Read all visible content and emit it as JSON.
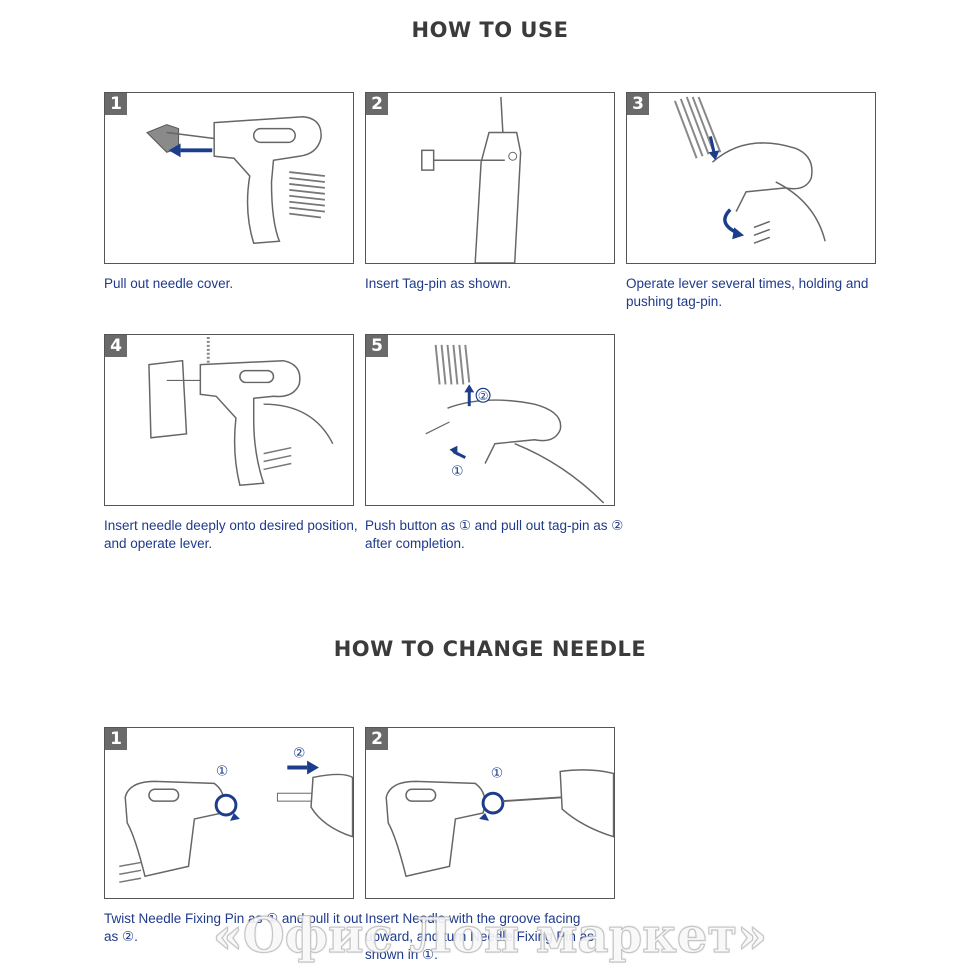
{
  "colors": {
    "caption": "#1f3a8a",
    "arrow": "#1c3d8c",
    "badge": "#6a6a6a",
    "title": "#3b3b3b"
  },
  "how_to_use": {
    "title": "HOW TO USE",
    "steps": [
      {
        "number": "1",
        "caption": "Pull out needle cover."
      },
      {
        "number": "2",
        "caption": "Insert Tag-pin as shown."
      },
      {
        "number": "3",
        "caption": "Operate lever several times, holding and pushing tag-pin."
      },
      {
        "number": "4",
        "caption": "Insert needle deeply onto desired position, and operate lever."
      },
      {
        "number": "5",
        "caption": "Push button as ① and pull out tag-pin as ② after completion."
      }
    ]
  },
  "how_to_change_needle": {
    "title": "HOW TO CHANGE NEEDLE",
    "steps": [
      {
        "number": "1",
        "caption": "Twist Needle Fixing Pin as ① and pull it out as ②."
      },
      {
        "number": "2",
        "caption": "Insert Needle with the groove facing upward, and turn Needle Fixing Pin as shown in ①."
      }
    ]
  },
  "figure_marks": {
    "one": "①",
    "two": "②"
  },
  "watermark": "«Офис Лон маркет»"
}
